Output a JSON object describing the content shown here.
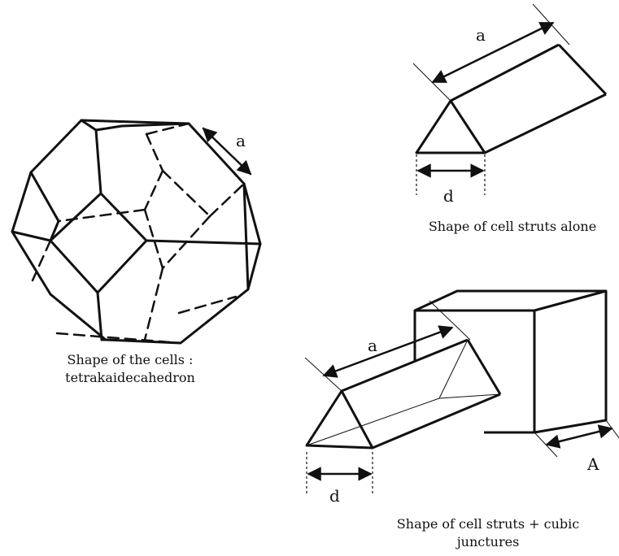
{
  "figure": {
    "stroke_color": "#111111",
    "background": "#ffffff",
    "tetrakaidecahedron": {
      "edge_label": "a",
      "caption_line1": "Shape of the cells :",
      "caption_line2": "tetrakaidecahedron"
    },
    "strut_alone": {
      "length_label": "a",
      "width_label": "d",
      "caption": "Shape of cell struts alone"
    },
    "strut_cubic": {
      "length_label": "a",
      "width_label": "d",
      "cube_label": "A",
      "caption_line1": "Shape of cell struts + cubic",
      "caption_line2": "junctures"
    }
  }
}
